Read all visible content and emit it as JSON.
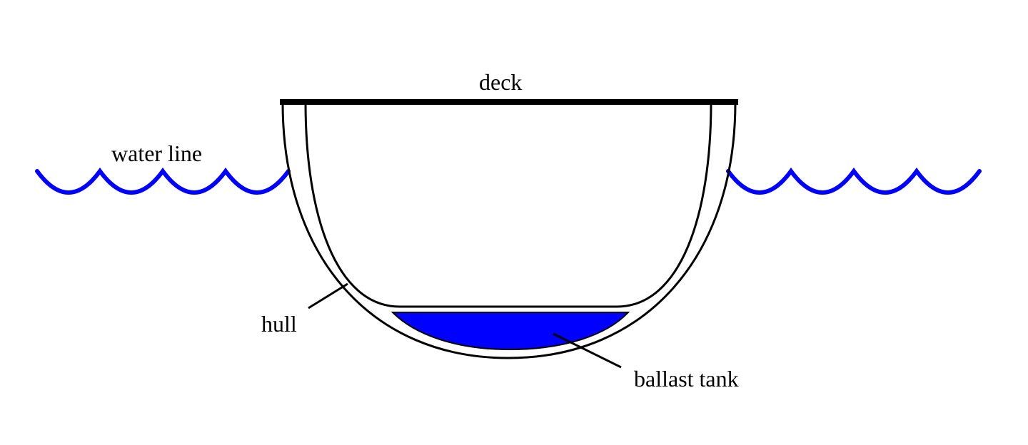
{
  "diagram": {
    "labels": {
      "deck": "deck",
      "water_line": "water line",
      "hull": "hull",
      "ballast_tank": "ballast tank"
    },
    "colors": {
      "water": "#0000ff",
      "ballast": "#0000ff",
      "outline": "#000000",
      "background": "#ffffff"
    }
  }
}
